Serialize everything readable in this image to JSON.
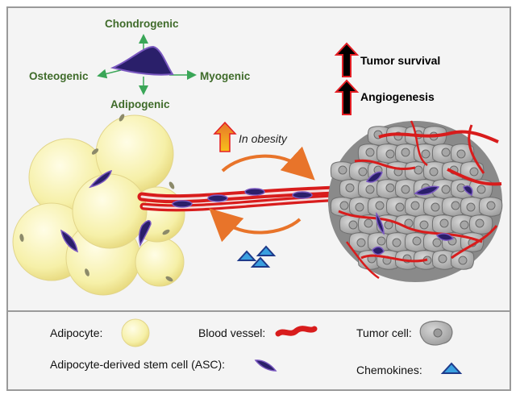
{
  "differentiation": {
    "top": "Chondrogenic",
    "left": "Osteogenic",
    "right": "Myogenic",
    "bottom": "Adipogenic"
  },
  "effects": {
    "item1": "Tumor survival",
    "item2": "Angiogenesis"
  },
  "condition": "In obesity",
  "legend": {
    "adipocyte": "Adipocyte:",
    "blood_vessel": "Blood vessel:",
    "tumor_cell": "Tumor cell:",
    "asc": "Adipocyte-derived stem cell (ASC):",
    "chemokines": "Chemokines:"
  },
  "colors": {
    "adipocyte": "#f6f0a8",
    "asc": "#3a2a7a",
    "vessel": "#d81c1c",
    "tumor": "#b3b3b3",
    "chemokine": "#3aa0e0",
    "arrow_orange": "#e8742a",
    "label_green": "#3f6b2a"
  }
}
